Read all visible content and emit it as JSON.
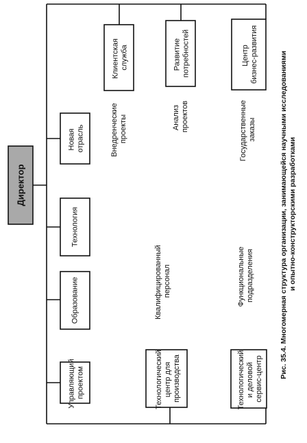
{
  "diagram": {
    "director": "Директор",
    "top_branches": [
      {
        "lines": [
          "Клиентская",
          "служба"
        ]
      },
      {
        "lines": [
          "Развитие",
          "потребностей"
        ]
      },
      {
        "lines": [
          "Центр",
          "бизнес-развития"
        ]
      }
    ],
    "top_notes": [
      {
        "lines": [
          "Внедренческие",
          "проекты"
        ]
      },
      {
        "lines": [
          "Анализ",
          "проектов"
        ]
      },
      {
        "lines": [
          "Государственные",
          "заказы"
        ]
      }
    ],
    "middle_boxes": [
      {
        "lines": [
          "Новая",
          "отрасль"
        ]
      },
      {
        "lines": [
          "Технология"
        ]
      },
      {
        "lines": [
          "Образование"
        ]
      },
      {
        "lines": [
          "Управляющий",
          "проектом"
        ]
      }
    ],
    "bottom_branches": [
      {
        "lines": [
          "Технологический",
          "центр для",
          "производства"
        ]
      },
      {
        "lines": [
          "Технологический",
          "и деловой",
          "сервис-центр"
        ]
      }
    ],
    "bottom_notes": [
      {
        "lines": [
          "Квалифицированный",
          "персонал"
        ]
      },
      {
        "lines": [
          "Функциональные",
          "подразделения"
        ]
      }
    ]
  },
  "caption": {
    "lines": [
      "Рис. 35.4. Многомерная структура организации, занимающейся научными исследованиями",
      "и опытно-конструкторскими разработками"
    ]
  }
}
